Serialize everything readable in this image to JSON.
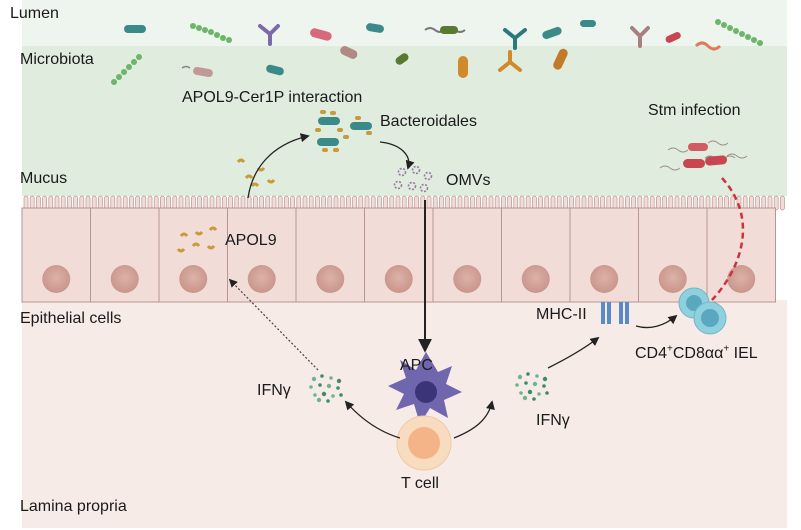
{
  "regions": {
    "lumen": "Lumen",
    "microbiota": "Microbiota",
    "mucus": "Mucus",
    "epithelial": "Epithelial cells",
    "lamina": "Lamina propria"
  },
  "labels": {
    "apol9_cer1p": "APOL9-Cer1P interaction",
    "bacteroidales": "Bacteroidales",
    "omvs": "OMVs",
    "apol9": "APOL9",
    "stm": "Stm infection",
    "mhc": "MHC-II",
    "iel_a": "CD4",
    "iel_sup1": "+",
    "iel_b": "CD8αα",
    "iel_sup2": "+",
    "iel_c": " IEL",
    "apc": "APC",
    "tcell": "T cell",
    "ifn_left": "IFNγ",
    "ifn_right": "IFNγ"
  },
  "colors": {
    "lumen_bg": "#eef4ee",
    "mucus_bg": "#deebdd",
    "epithelial_fill": "#f1dcd8",
    "nucleus": "#d6aaa1",
    "lamina_bg": "#f7ebe8",
    "apc": "#6e63a8",
    "tcell": "#f3c39e",
    "iel": "#8fd0df",
    "apol9": "#c89a3a",
    "bacteroidales": "#3a8a8a",
    "stm": "#c9454f",
    "ifn": "#3f8a6a"
  }
}
